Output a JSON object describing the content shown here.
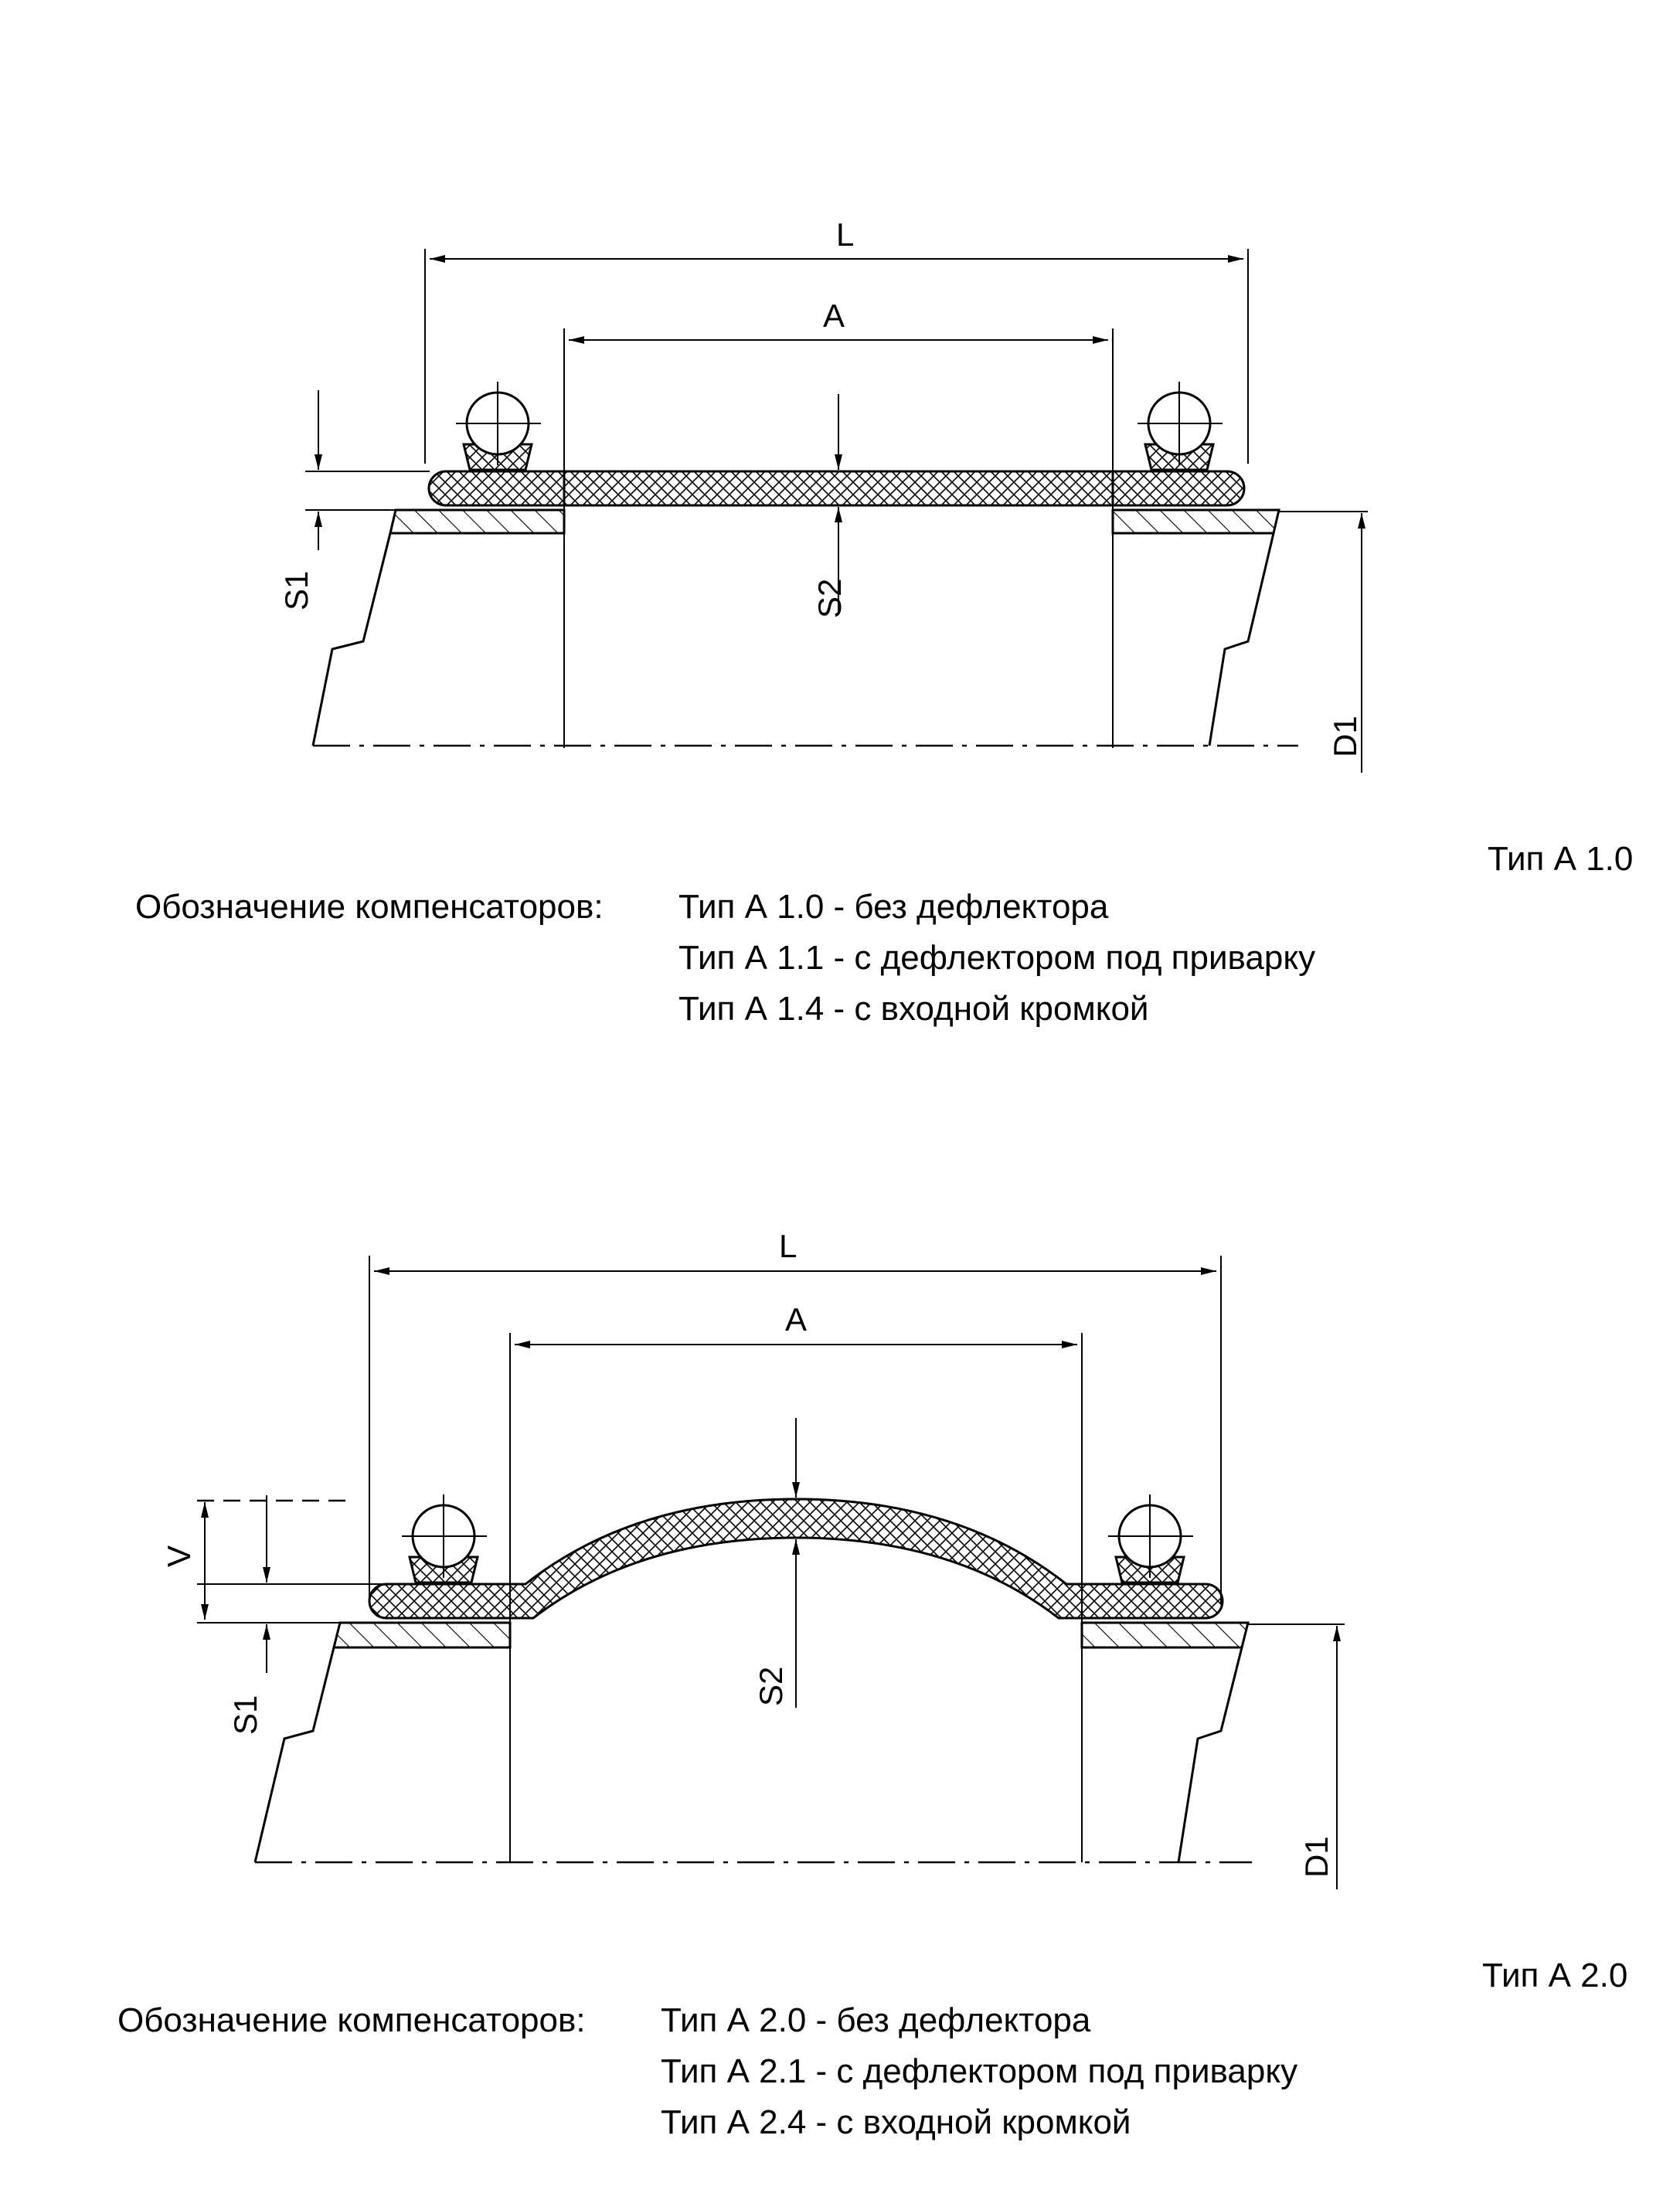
{
  "figure_1": {
    "type_label": "Тип А 1.0",
    "dimensions": {
      "L": "L",
      "A": "A",
      "S1": "S1",
      "S2": "S2",
      "D1": "D1"
    },
    "caption": {
      "lead": "Обозначение компенсаторов:",
      "items": [
        "Тип А 1.0 - без дефлектора",
        "Тип А 1.1 - с дефлектором под приварку",
        "Тип А 1.4 - с входной кромкой"
      ]
    }
  },
  "figure_2": {
    "type_label": "Тип А 2.0",
    "dimensions": {
      "L": "L",
      "A": "A",
      "V": "V",
      "S1": "S1",
      "S2": "S2",
      "D1": "D1"
    },
    "caption": {
      "lead": "Обозначение компенсаторов:",
      "items": [
        "Тип А 2.0 - без дефлектора",
        "Тип А 2.1 - с дефлектором под приварку",
        "Тип А 2.4 - с входной кромкой"
      ]
    }
  }
}
